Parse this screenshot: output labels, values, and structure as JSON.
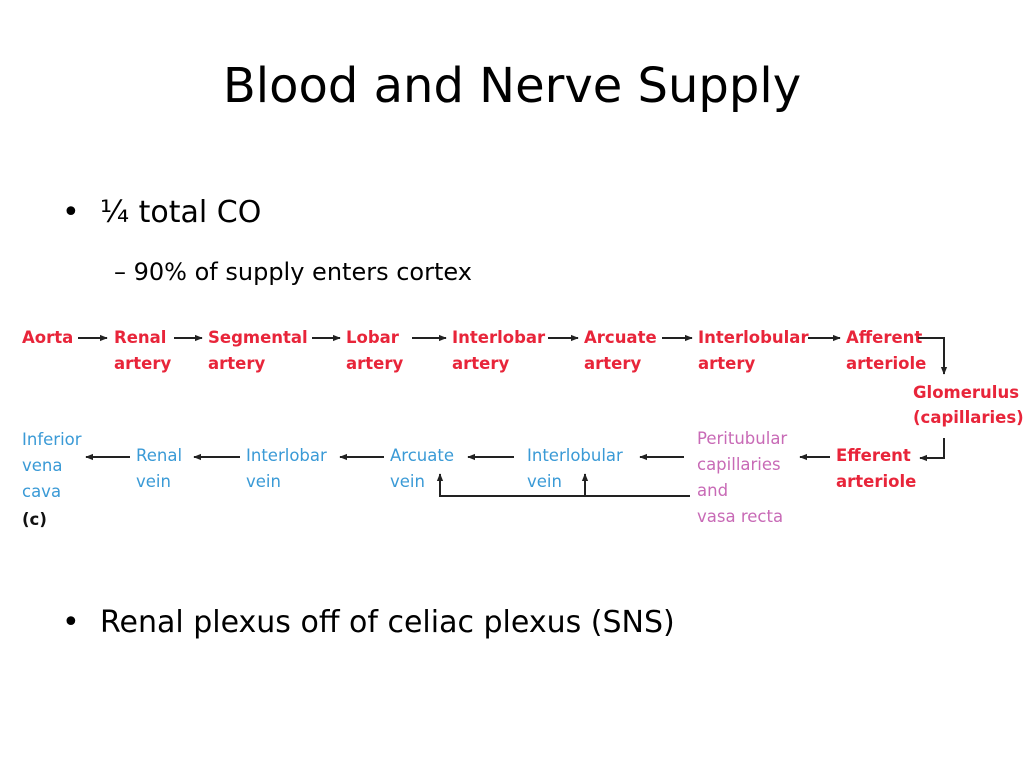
{
  "slide": {
    "title": "Blood and Nerve Supply",
    "bullets": [
      {
        "marker": "•",
        "text": "¼ total CO"
      },
      {
        "marker": "•",
        "text": "Renal plexus off of celiac plexus (SNS)"
      }
    ],
    "sub_bullet": {
      "marker": "–",
      "text": "90% of supply enters cortex"
    }
  },
  "diagram": {
    "colors": {
      "arterial": "#e8253a",
      "venous": "#3a9ad6",
      "capillary": "#c86ab6",
      "arrow": "#222222",
      "panel_label": "#111111"
    },
    "arterial": {
      "aorta": [
        "Aorta"
      ],
      "renal_artery": [
        "Renal",
        "artery"
      ],
      "segmental_artery": [
        "Segmental",
        "artery"
      ],
      "lobar_artery": [
        "Lobar",
        "artery"
      ],
      "interlobar_artery": [
        "Interlobar",
        "artery"
      ],
      "arcuate_artery": [
        "Arcuate",
        "artery"
      ],
      "interlobular_artery": [
        "Interlobular",
        "artery"
      ],
      "afferent_arteriole": [
        "Afferent",
        "arteriole"
      ],
      "glomerulus": [
        "Glomerulus",
        "(capillaries)"
      ],
      "efferent_arteriole": [
        "Efferent",
        "arteriole"
      ]
    },
    "capillary": {
      "peritubular": [
        "Peritubular",
        "capillaries",
        "and",
        "vasa recta"
      ]
    },
    "venous": {
      "interlobular_vein": [
        "Interlobular",
        "vein"
      ],
      "arcuate_vein": [
        "Arcuate",
        "vein"
      ],
      "interlobar_vein": [
        "Interlobar",
        "vein"
      ],
      "renal_vein": [
        "Renal",
        "vein"
      ],
      "inferior_vena_cava": [
        "Inferior",
        "vena",
        "cava"
      ]
    },
    "panel_label": "(c)"
  }
}
